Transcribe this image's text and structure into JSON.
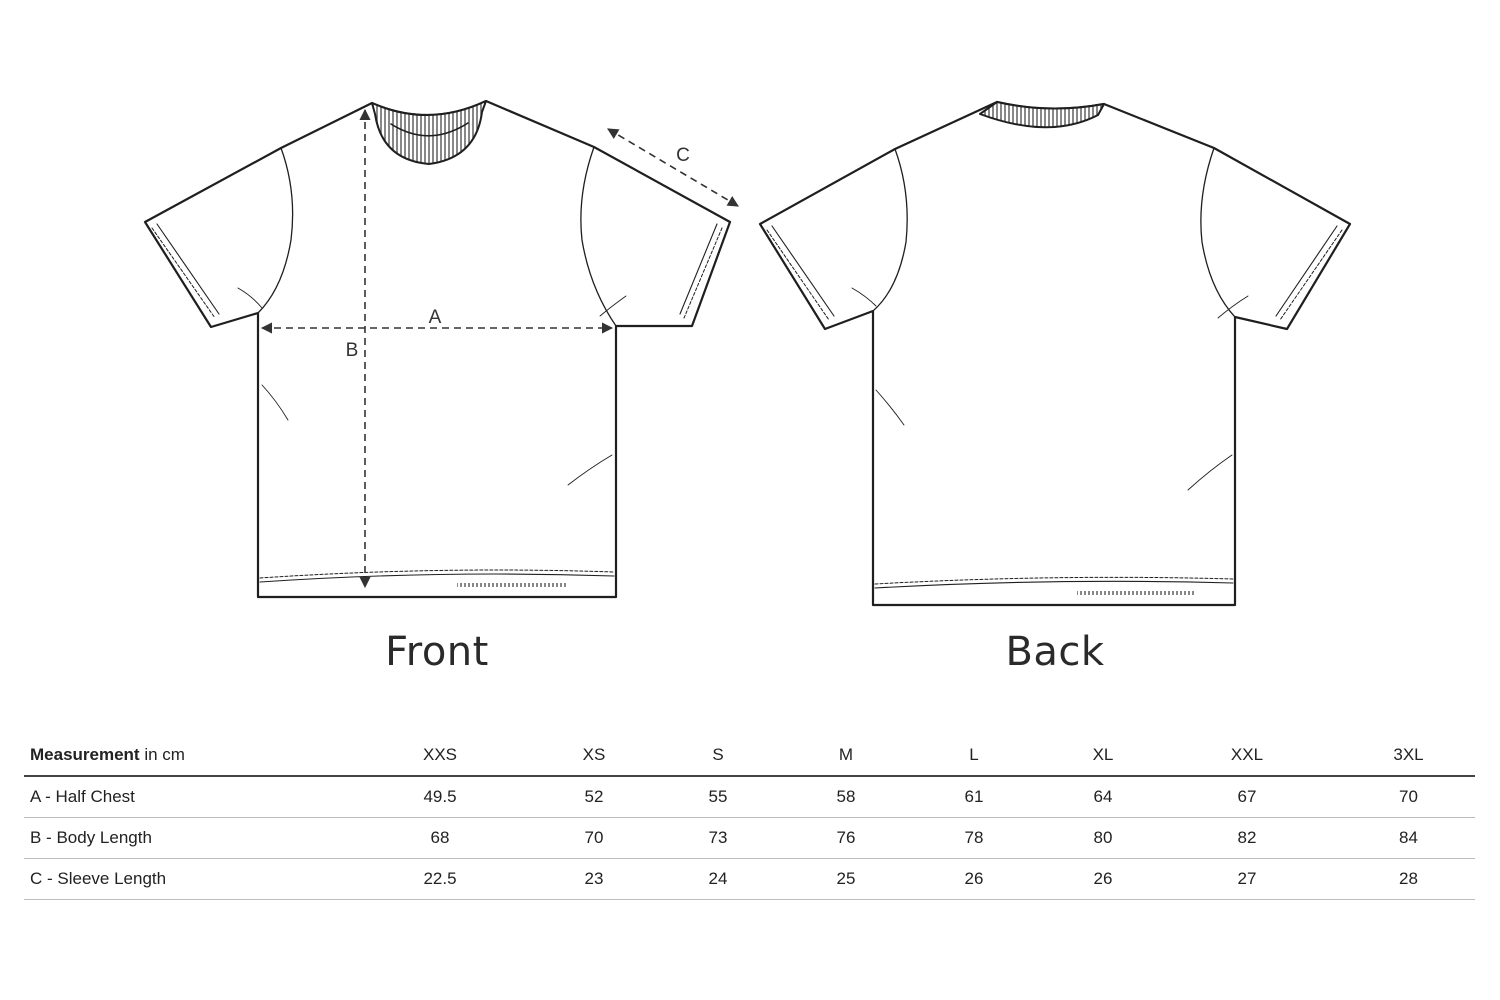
{
  "diagram": {
    "front_label": "Front",
    "back_label": "Back",
    "dimension_a": "A",
    "dimension_b": "B",
    "dimension_c": "C"
  },
  "table": {
    "header_bold": "Measurement",
    "header_unit": " in cm",
    "sizes": [
      "XXS",
      "XS",
      "S",
      "M",
      "L",
      "XL",
      "XXL",
      "3XL"
    ],
    "rows": [
      {
        "label": "A - Half Chest",
        "values": [
          "49.5",
          "52",
          "55",
          "58",
          "61",
          "64",
          "67",
          "70"
        ]
      },
      {
        "label": "B - Body Length",
        "values": [
          "68",
          "70",
          "73",
          "76",
          "78",
          "80",
          "82",
          "84"
        ]
      },
      {
        "label": "C - Sleeve Length",
        "values": [
          "22.5",
          "23",
          "24",
          "25",
          "26",
          "26",
          "27",
          "28"
        ]
      }
    ]
  }
}
